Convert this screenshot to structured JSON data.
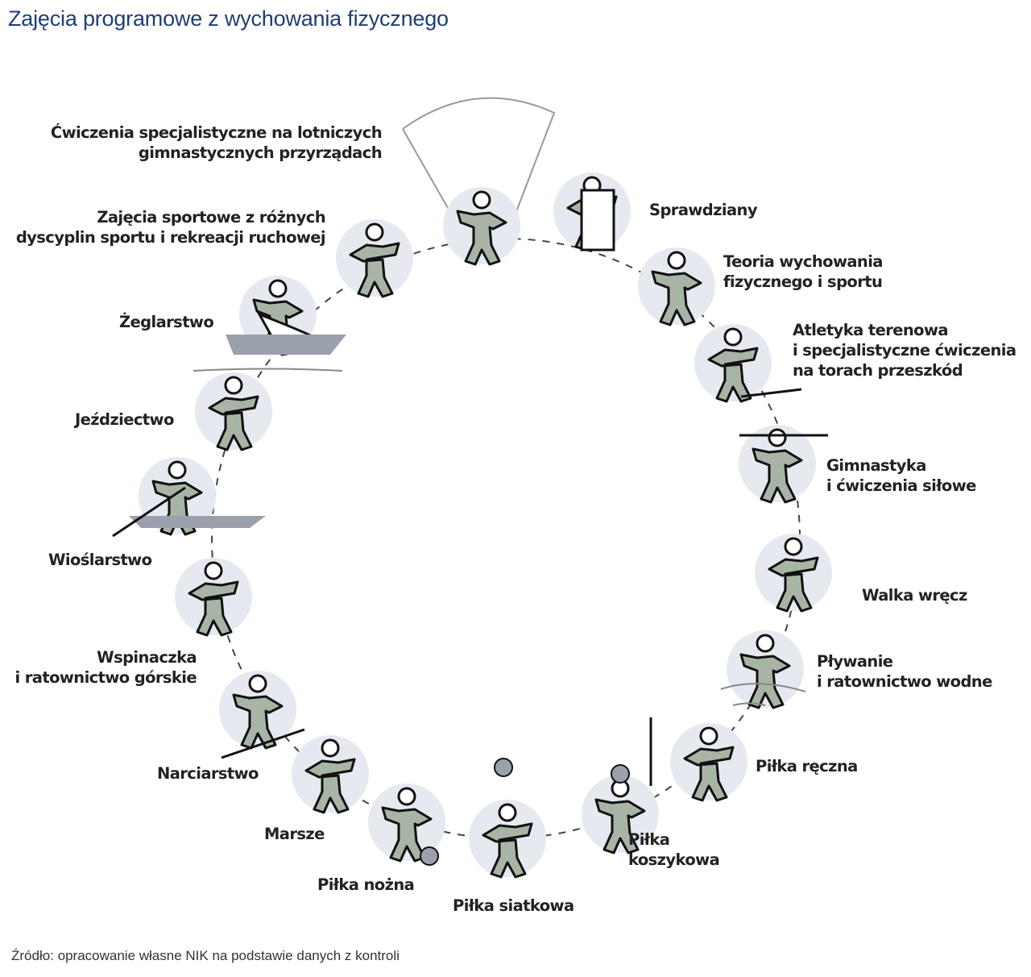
{
  "title": "Zajęcia programowe z wychowania fizycznego",
  "activities": [
    {
      "label": [
        "Ćwiczenia specjalistyczne na lotniczych",
        "gimnastycznych przyrządach"
      ],
      "icon": "paraglider-icon"
    },
    {
      "label": [
        "Sprawdziany"
      ],
      "icon": "checklist-icon"
    },
    {
      "label": [
        "Teoria wychowania",
        "fizycznego i sportu"
      ],
      "icon": "book-reader-icon"
    },
    {
      "label": [
        "Atletyka terenowa",
        "i specjalistyczne ćwiczenia",
        "na torach przeszkód"
      ],
      "icon": "hurdle-runner-icon"
    },
    {
      "label": [
        "Gimnastyka",
        "i ćwiczenia siłowe"
      ],
      "icon": "pullup-icon"
    },
    {
      "label": [
        "Walka wręcz"
      ],
      "icon": "wrestling-icon"
    },
    {
      "label": [
        "Pływanie",
        "i ratownictwo wodne"
      ],
      "icon": "swimmer-icon"
    },
    {
      "label": [
        "Piłka ręczna"
      ],
      "icon": "handball-icon"
    },
    {
      "label": [
        "Piłka",
        "koszykowa"
      ],
      "icon": "basketball-icon"
    },
    {
      "label": [
        "Piłka siatkowa"
      ],
      "icon": "volleyball-icon"
    },
    {
      "label": [
        "Piłka nożna"
      ],
      "icon": "football-icon"
    },
    {
      "label": [
        "Marsze"
      ],
      "icon": "hiker-icon"
    },
    {
      "label": [
        "Narciarstwo"
      ],
      "icon": "skier-icon"
    },
    {
      "label": [
        "Wspinaczka",
        "i ratownictwo górskie"
      ],
      "icon": "climber-icon"
    },
    {
      "label": [
        "Wioślarstwo"
      ],
      "icon": "rower-icon"
    },
    {
      "label": [
        "Jeździectwo"
      ],
      "icon": "horse-rider-icon"
    },
    {
      "label": [
        "Żeglarstwo"
      ],
      "icon": "sailboat-icon"
    },
    {
      "label": [
        "Zajęcia sportowe z różnych",
        "dyscyplin sportu i rekreacji ruchowej"
      ],
      "icon": "jumping-person-icon"
    }
  ],
  "source": "Źródło: opracowanie własne NIK na podstawie danych z kontroli",
  "colors": {
    "title": "#1d3f73",
    "figure": "#a8b5a6",
    "halo": "#e6e9f0",
    "outline": "#111111"
  }
}
